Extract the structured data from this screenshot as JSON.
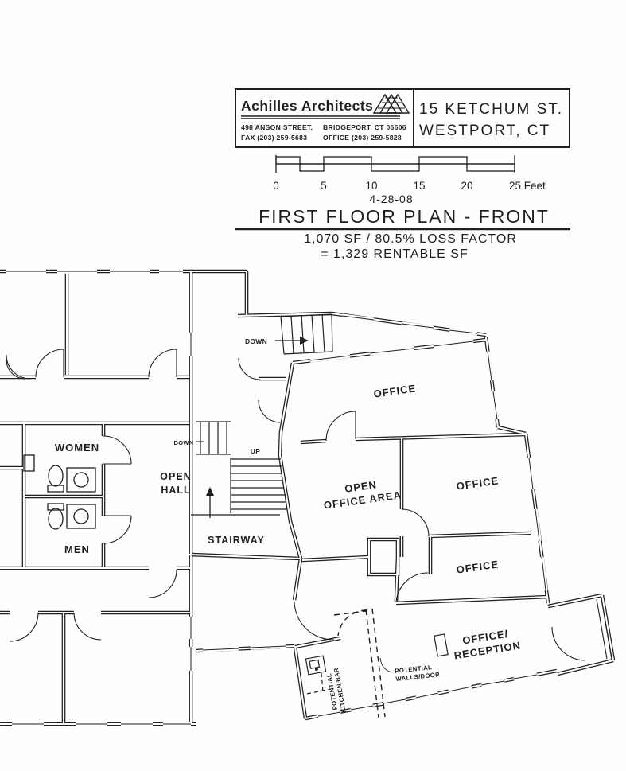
{
  "title_block": {
    "firm_name": "Achilles Architects",
    "address_line1": "498 ANSON STREET,",
    "address_line2": "BRIDGEPORT, CT 06606",
    "fax": "FAX (203) 259-5683",
    "office_phone": "OFFICE (203) 259-5828",
    "project_address_line1": "15 KETCHUM ST.",
    "project_address_line2": "WESTPORT, CT"
  },
  "scale_bar": {
    "ticks": [
      "0",
      "5",
      "10",
      "15",
      "20",
      "25 Feet"
    ]
  },
  "drawing_info": {
    "date": "4-28-08",
    "title": "FIRST FLOOR PLAN - FRONT",
    "area_line1": "1,070 SF / 80.5% LOSS FACTOR",
    "area_line2": "= 1,329 RENTABLE SF"
  },
  "rooms": {
    "women": "WOMEN",
    "men": "MEN",
    "open_hall_line1": "OPEN",
    "open_hall_line2": "HALL",
    "stairway": "STAIRWAY",
    "open_office_line1": "OPEN",
    "open_office_line2": "OFFICE AREA",
    "office_top": "OFFICE",
    "office_mid": "OFFICE",
    "office_lower": "OFFICE",
    "reception_line1": "OFFICE/",
    "reception_line2": "RECEPTION"
  },
  "annotations": {
    "down_upper": "DOWN",
    "down_hall": "DOWN",
    "up": "UP",
    "potential_walls_line1": "POTENTIAL",
    "potential_walls_line2": "WALLS/DOOR",
    "potential_kitchen_line1": "POTENTIAL",
    "potential_kitchen_line2": "KITCHEN/BAR"
  },
  "colors": {
    "ink": "#1f1f1f",
    "paper": "#fefefe"
  }
}
